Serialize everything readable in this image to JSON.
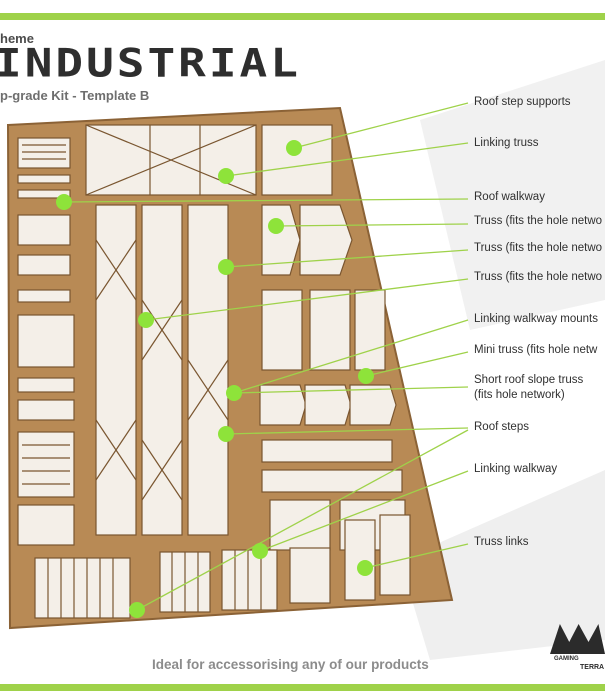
{
  "header": {
    "theme": "heme",
    "title": "INDUSTRIAL",
    "subtitle": "p-grade Kit - Template B"
  },
  "callouts": [
    {
      "label": "Roof step supports"
    },
    {
      "label": "Linking truss"
    },
    {
      "label": "Roof walkway"
    },
    {
      "label": "Truss (fits the hole netwo"
    },
    {
      "label": "Truss (fits the hole netwo"
    },
    {
      "label": "Truss (fits the hole netwo"
    },
    {
      "label": "Linking walkway mounts"
    },
    {
      "label": "Mini truss (fits hole netw"
    },
    {
      "label": "Short roof slope truss"
    },
    {
      "label": "(fits hole network)"
    },
    {
      "label": "Roof steps"
    },
    {
      "label": "Linking walkway"
    },
    {
      "label": "Truss links"
    }
  ],
  "footer": {
    "text": "Ideal for accessorising any of our products"
  },
  "logo": {
    "line1": "GAMING",
    "line2": "TERRA"
  },
  "colors": {
    "accent": "#9fd24a",
    "callout_dot": "#8ee33a",
    "mdf": "#b88a55",
    "mdf_dark": "#8b6236"
  }
}
